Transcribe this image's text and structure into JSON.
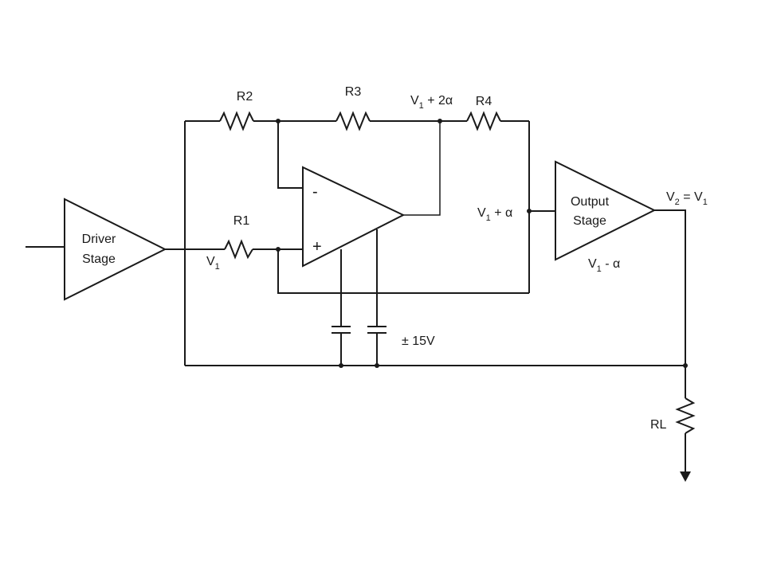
{
  "blocks": {
    "driver_line1": "Driver",
    "driver_line2": "Stage",
    "output_line1": "Output",
    "output_line2": "Stage"
  },
  "resistors": {
    "r1": "R1",
    "r2": "R2",
    "r3": "R3",
    "r4": "R4",
    "rl": "RL"
  },
  "opamp": {
    "minus": "-",
    "plus": "+"
  },
  "voltages": {
    "v1_label": {
      "main": "V",
      "sub": "1"
    },
    "v1_plus_2a": {
      "main": "V",
      "sub": "1",
      "rest": " + 2α"
    },
    "v1_plus_a": {
      "main": "V",
      "sub": "1",
      "rest": " + α"
    },
    "v1_minus_a": {
      "main": "V",
      "sub": "1",
      "rest": " - α"
    },
    "v2_eq_v1": {
      "main": "V",
      "sub": "2",
      "rest": " = V",
      "sub2": "1"
    }
  },
  "supply": "± 15V"
}
